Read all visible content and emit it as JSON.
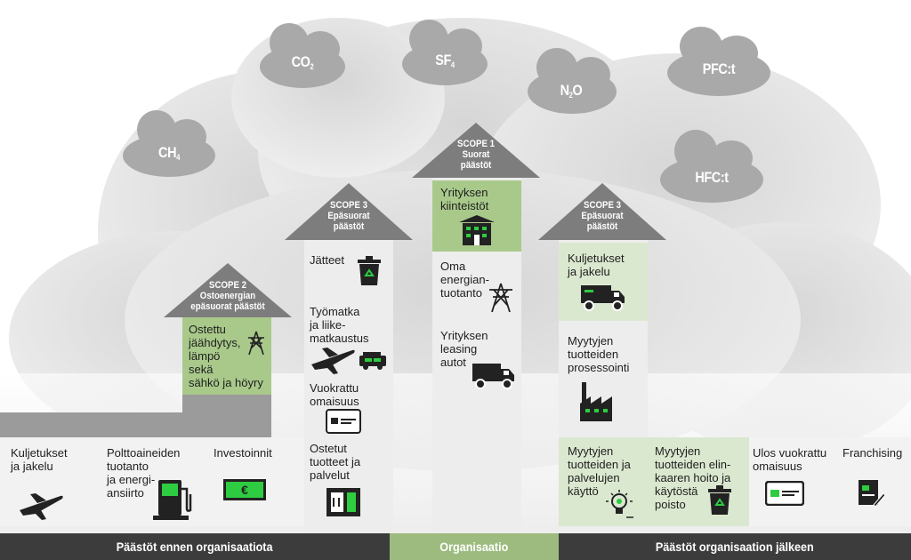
{
  "gases": [
    {
      "base": "CO",
      "sub": "2"
    },
    {
      "base": "SF",
      "sub": "4"
    },
    {
      "base": "N",
      "sub": "2",
      "tail": "O"
    },
    {
      "base": "PFC:t",
      "sub": ""
    },
    {
      "base": "CH",
      "sub": "4"
    },
    {
      "base": "HFC:t",
      "sub": ""
    }
  ],
  "scopes": {
    "scope2": {
      "l1": "SCOPE 2",
      "l2": "Ostoenergian",
      "l3": "epäsuorat päästöt"
    },
    "scope3_up": {
      "l1": "SCOPE 3",
      "l2": "Epäsuorat",
      "l3": "päästöt"
    },
    "scope1": {
      "l1": "SCOPE 1",
      "l2": "Suorat",
      "l3": "päästöt"
    },
    "scope3_down": {
      "l1": "SCOPE 3",
      "l2": "Epäsuorat",
      "l3": "päästöt"
    }
  },
  "items": {
    "ostettu_energia": [
      "Ostettu",
      "jäähdytys,",
      "lämpö",
      "sekä",
      "sähkö ja höyry"
    ],
    "jatteet": [
      "Jätteet"
    ],
    "tyomatka": [
      "Työmatka",
      "ja liike-",
      "matkaustus"
    ],
    "vuokrattu_omaisuus": [
      "Vuokrattu",
      "omaisuus"
    ],
    "ostetut_tuotteet": [
      "Ostetut",
      "tuotteet ja",
      "palvelut"
    ],
    "kiinteistot": [
      "Yrityksen",
      "kiinteistöt"
    ],
    "oma_energia": [
      "Oma",
      "energian-",
      "tuotanto"
    ],
    "leasing": [
      "Yrityksen",
      "leasing",
      "autot"
    ],
    "kuljetukset_down": [
      "Kuljetukset",
      "ja jakelu"
    ],
    "prosessointi": [
      "Myytyjen",
      "tuotteiden",
      "prosessointi"
    ],
    "kaytto": [
      "Myytyjen",
      "tuotteiden ja",
      "palvelujen",
      "käyttö"
    ],
    "elinkaari": [
      "Myytyjen",
      "tuotteiden elin-",
      "kaaren hoito ja",
      "käytöstä",
      "poisto"
    ],
    "ulos_vuokrattu": [
      "Ulos vuokrattu",
      "omaisuus"
    ],
    "franchising": [
      "Franchising"
    ],
    "kuljetukset_up": [
      "Kuljetukset",
      "ja jakelu"
    ],
    "polttoaine": [
      "Polttoaineiden",
      "tuotanto",
      "ja energi-",
      "ansiirto"
    ],
    "investoinnit": [
      "Investoinnit"
    ]
  },
  "euro_symbol": "€",
  "bottom": {
    "before": "Päästöt ennen organisaatiota",
    "org": "Organisaatio",
    "after": "Päästöt organisaation jälkeen"
  },
  "colors": {
    "cloud_light": "#e6e6e6",
    "cloud_dark": "#a9a9a9",
    "roof": "#7d7d7d",
    "green_light": "#a9c98b",
    "green_pale": "#dbe8d0",
    "bar_dark": "#3c3c3c",
    "bar_green": "#9dbb7e",
    "accent_green": "#2ecc40"
  }
}
